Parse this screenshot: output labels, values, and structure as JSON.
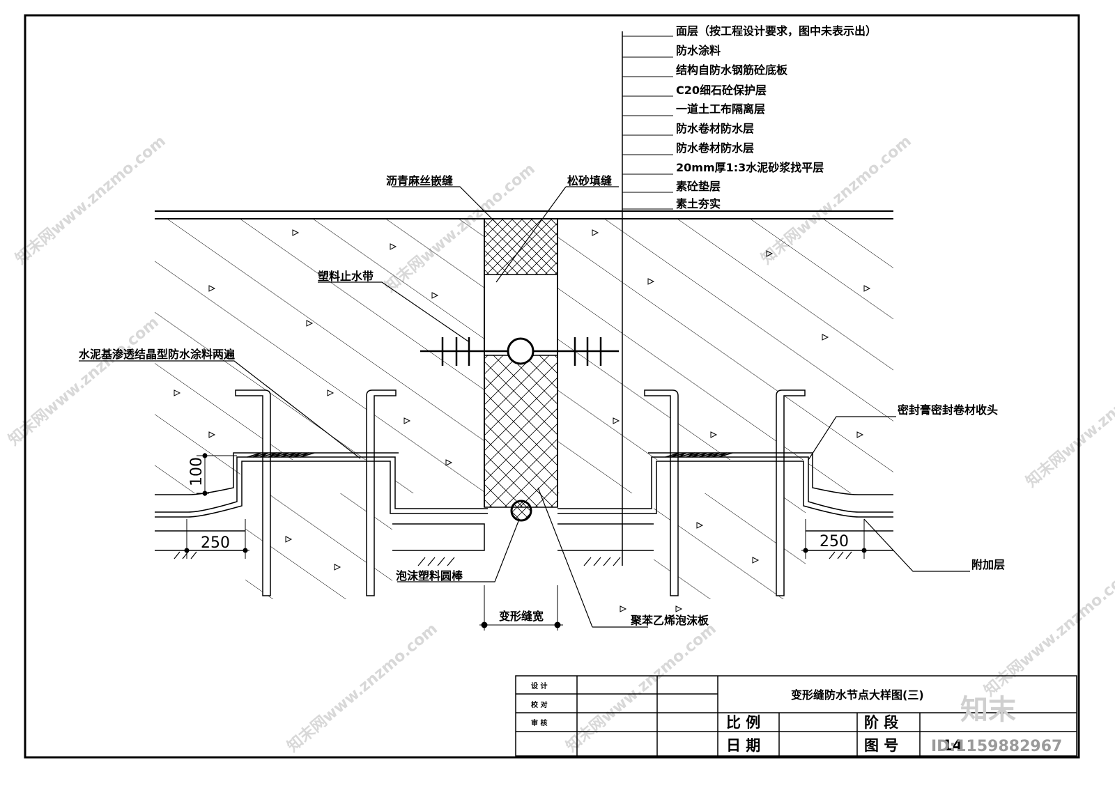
{
  "layers": {
    "l1": "面层（按工程设计要求，图中未表示出）",
    "l2": "防水涂料",
    "l3": "结构自防水钢筋砼底板",
    "l4": "C20细石砼保护层",
    "l5": "一道土工布隔离层",
    "l6": "防水卷材防水层",
    "l7": "防水卷材防水层",
    "l8": "20mm厚1:3水泥砂浆找平层",
    "l9": "素砼垫层",
    "l10": "素土夯实"
  },
  "labels": {
    "asphalt_joint": "沥青麻丝嵌缝",
    "loose_sand": "松砂填缝",
    "plastic_waterstop": "塑料止水带",
    "crystal_coating": "水泥基渗透结晶型防水涂料两遍",
    "sealant": "密封膏密封卷材收头",
    "additional_layer": "附加层",
    "foam_rod": "泡沫塑料圆棒",
    "joint_width": "变形缝宽",
    "eps_board": "聚苯乙烯泡沫板"
  },
  "dimensions": {
    "height_100": "100",
    "width_left": "250",
    "width_right": "250"
  },
  "title_block": {
    "design": "设 计",
    "check": "校 对",
    "review": "审 核",
    "title": "变形缝防水节点大样图(三)",
    "scale": "比 例",
    "stage": "阶 段",
    "date": "日 期",
    "drawing_no": "图 号",
    "drawing_no_value": "14"
  },
  "watermark": {
    "text": "知末网www.znzmo.com",
    "logo": "知末",
    "id": "ID:1159882967"
  }
}
